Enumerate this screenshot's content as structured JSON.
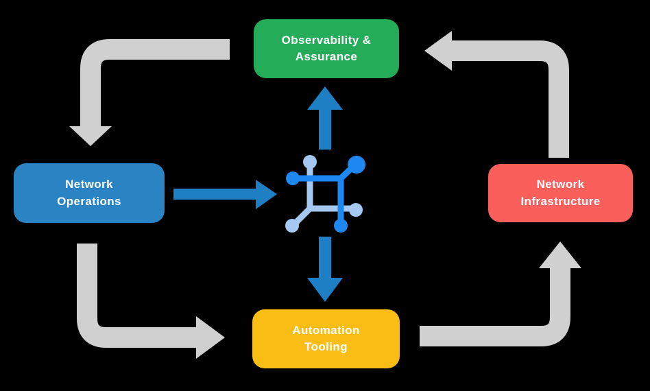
{
  "colors": {
    "background": "#000000",
    "green": "#24AC58",
    "blue": "#2A84C4",
    "red": "#FB5F5C",
    "yellow": "#F9BD15",
    "gray_arrow": "#D0D0D0",
    "blue_arrow": "#1F7FC4",
    "icon_dark_blue": "#1E87F0",
    "icon_light_blue": "#A5C8F3",
    "label_text": "#FFFFFF"
  },
  "nodes": [
    {
      "id": "observability-assurance",
      "label": "Observability &\nAssurance",
      "color": "#24AC58"
    },
    {
      "id": "network-operations",
      "label": "Network\nOperations",
      "color": "#2A84C4"
    },
    {
      "id": "network-infrastructure",
      "label": "Network\nInfrastructure",
      "color": "#FB5F5C"
    },
    {
      "id": "automation-tooling",
      "label": "Automation\nTooling",
      "color": "#F9BD15"
    }
  ],
  "center_icon": {
    "name": "network-hub-icon",
    "dark_blue": "#1E87F0",
    "light_blue": "#A5C8F3"
  },
  "arrows": {
    "gray_color": "#D0D0D0",
    "blue_color": "#1F7FC4",
    "blue": [
      {
        "from": "network-operations",
        "to": "center-icon",
        "direction": "right"
      },
      {
        "from": "center-icon",
        "to": "observability-assurance",
        "direction": "up"
      },
      {
        "from": "center-icon",
        "to": "automation-tooling",
        "direction": "down"
      }
    ],
    "gray": [
      {
        "from": "observability-assurance",
        "to": "network-operations"
      },
      {
        "from": "network-operations",
        "to": "automation-tooling"
      },
      {
        "from": "automation-tooling",
        "to": "network-infrastructure"
      },
      {
        "from": "network-infrastructure",
        "to": "observability-assurance"
      }
    ]
  }
}
